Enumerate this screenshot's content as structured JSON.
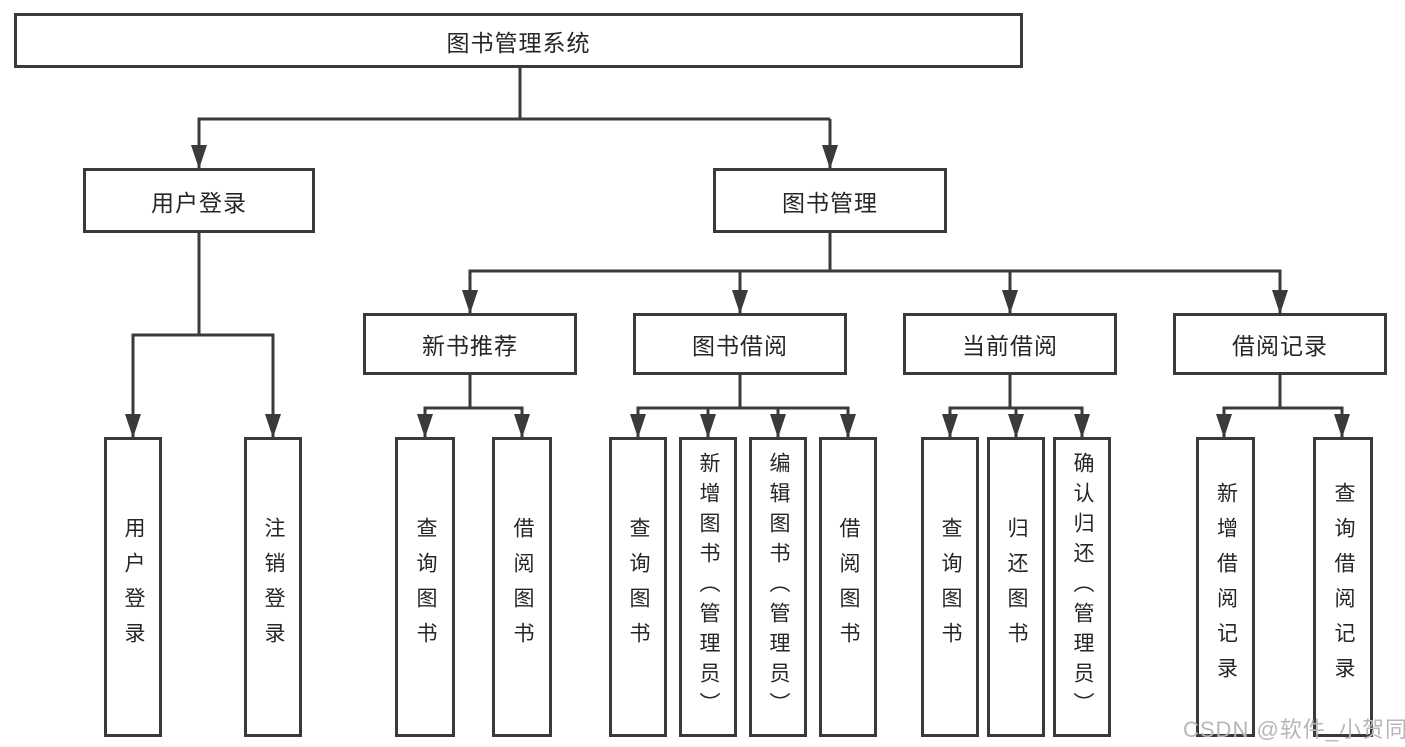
{
  "diagram": {
    "root": {
      "label": "图书管理系统"
    },
    "level2": [
      {
        "label": "用户登录",
        "parent": "图书管理系统"
      },
      {
        "label": "图书管理",
        "parent": "图书管理系统"
      }
    ],
    "level3": [
      {
        "label": "新书推荐",
        "parent": "图书管理"
      },
      {
        "label": "图书借阅",
        "parent": "图书管理"
      },
      {
        "label": "当前借阅",
        "parent": "图书管理"
      },
      {
        "label": "借阅记录",
        "parent": "图书管理"
      }
    ],
    "leaves": [
      {
        "label": "用户登录",
        "parent": "用户登录"
      },
      {
        "label": "注销登录",
        "parent": "用户登录"
      },
      {
        "label": "查询图书",
        "parent": "新书推荐"
      },
      {
        "label": "借阅图书",
        "parent": "新书推荐"
      },
      {
        "label": "查询图书",
        "parent": "图书借阅"
      },
      {
        "label": "新增图书（管理员）",
        "parent": "图书借阅"
      },
      {
        "label": "编辑图书（管理员）",
        "parent": "图书借阅"
      },
      {
        "label": "借阅图书",
        "parent": "图书借阅"
      },
      {
        "label": "查询图书",
        "parent": "当前借阅"
      },
      {
        "label": "归还图书",
        "parent": "当前借阅"
      },
      {
        "label": "确认归还（管理员）",
        "parent": "当前借阅"
      }
    ],
    "leaves_records": [
      {
        "label": "新增借阅记录",
        "parent": "借阅记录"
      },
      {
        "label": "查询借阅记录",
        "parent": "借阅记录"
      }
    ]
  },
  "watermark": {
    "text": "CSDN @软件_小贺同学"
  },
  "colors": {
    "line": "#3a3a3a",
    "text": "#262626",
    "box_fill": "#ffffff",
    "watermark": "#b7b7b7"
  }
}
